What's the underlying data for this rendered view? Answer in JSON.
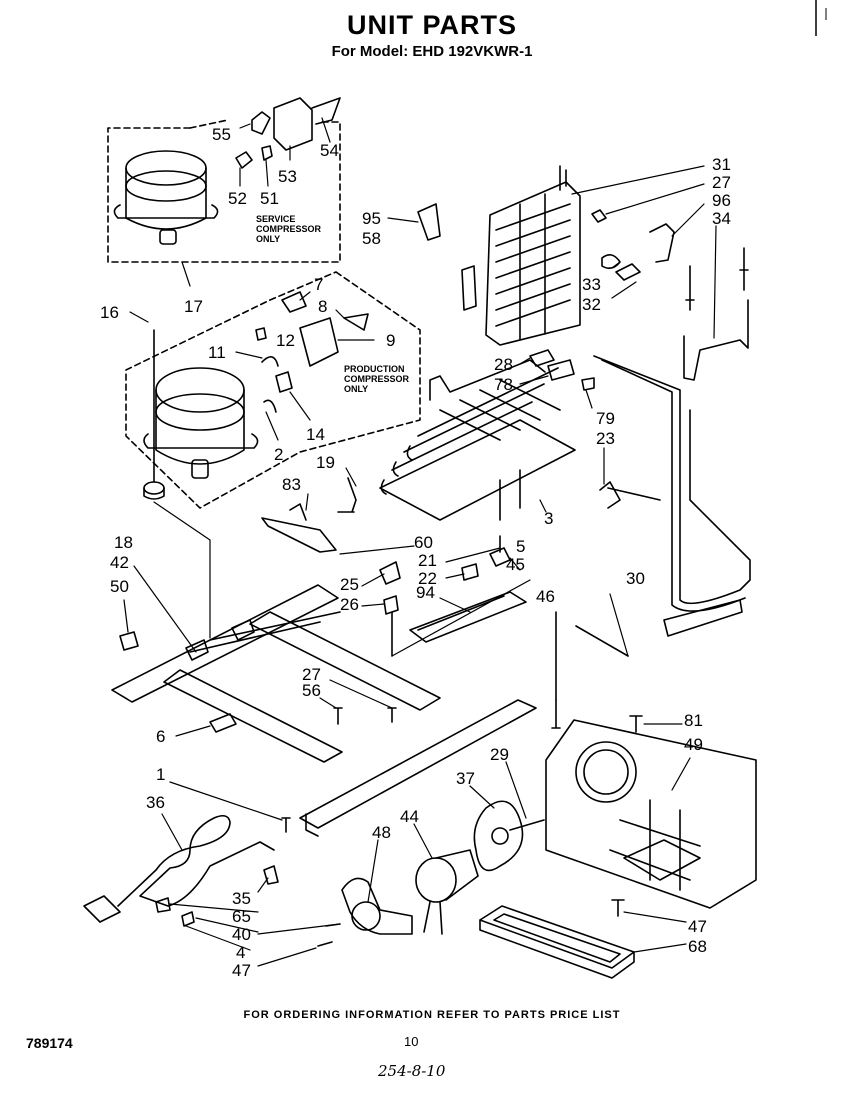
{
  "title": "UNIT PARTS",
  "subtitle": "For Model: EHD 192VKWR-1",
  "footer": "FOR ORDERING INFORMATION REFER TO PARTS PRICE LIST",
  "doc_number": "789174",
  "page_number": "10",
  "handwritten_note": "254-8-10",
  "notes": {
    "service_compressor": [
      "SERVICE",
      "COMPRESSOR",
      "ONLY"
    ],
    "production_compressor": [
      "PRODUCTION",
      "COMPRESSOR",
      "ONLY"
    ]
  },
  "callouts": {
    "c55": "55",
    "c54": "54",
    "c53": "53",
    "c52": "52",
    "c51": "51",
    "c17": "17",
    "c95": "95",
    "c58": "58",
    "c31": "31",
    "c27a": "27",
    "c96": "96",
    "c34": "34",
    "c33": "33",
    "c32": "32",
    "c16": "16",
    "c7": "7",
    "c8": "8",
    "c12": "12",
    "c9": "9",
    "c11": "11",
    "c14": "14",
    "c2": "2",
    "c28": "28",
    "c78": "78",
    "c79": "79",
    "c23": "23",
    "c19": "19",
    "c83": "83",
    "c3": "3",
    "c18": "18",
    "c42": "42",
    "c50": "50",
    "c60": "60",
    "c21": "21",
    "c5": "5",
    "c22": "22",
    "c45": "45",
    "c25": "25",
    "c26": "26",
    "c94": "94",
    "c30": "30",
    "c46": "46",
    "c27b": "27",
    "c56": "56",
    "c6": "6",
    "c81": "81",
    "c49": "49",
    "c1": "1",
    "c36": "36",
    "c29": "29",
    "c37": "37",
    "c44": "44",
    "c48": "48",
    "c35": "35",
    "c65": "65",
    "c40": "40",
    "c4": "4",
    "c47a": "47",
    "c47b": "47",
    "c68": "68"
  }
}
